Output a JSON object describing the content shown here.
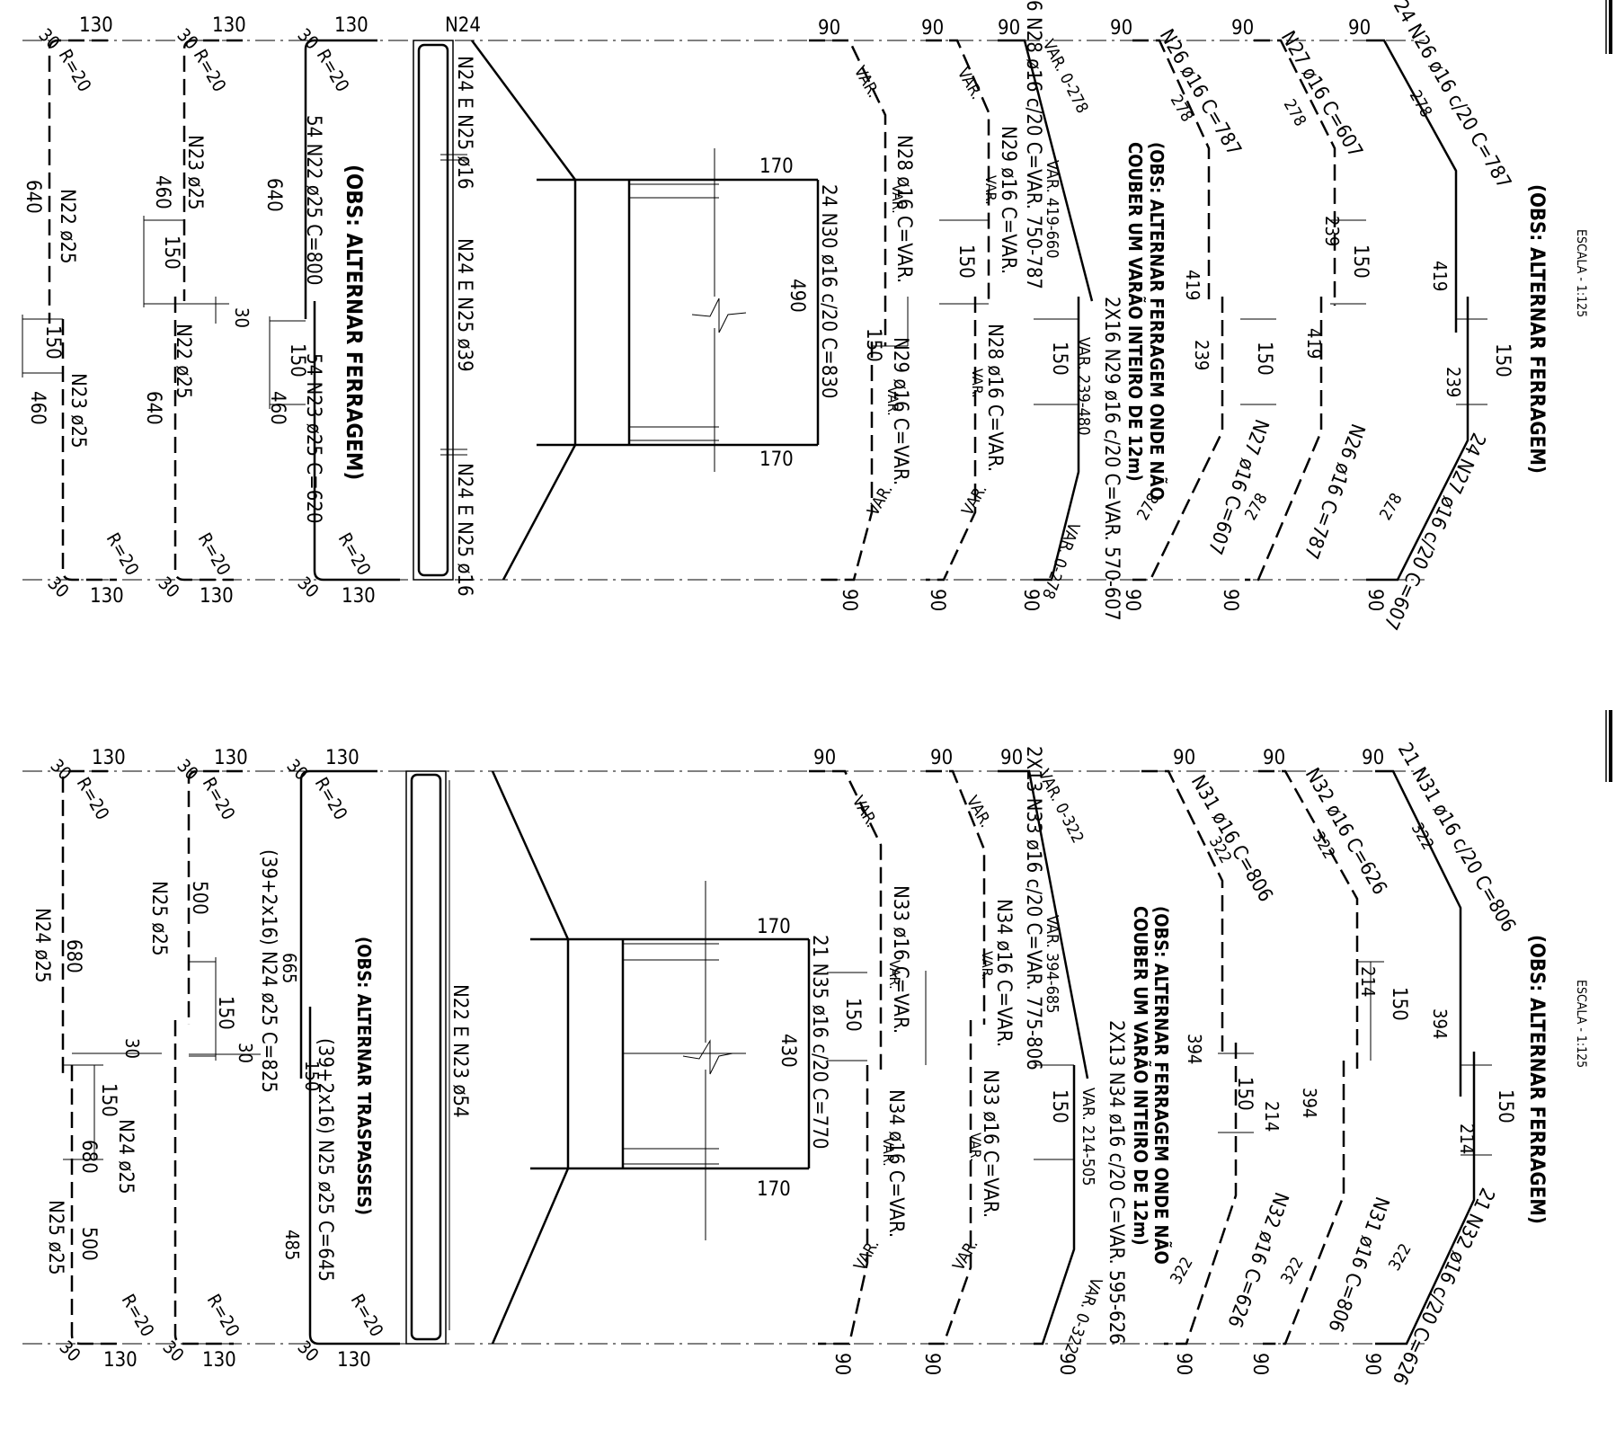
{
  "scale_label": "ESCALA - 1:125",
  "notes": {
    "alternar_ferragem": "(OBS: ALTERNAR FERRAGEM)",
    "alternar_traspasses": "(OBS: ALTERNAR TRASPASSES)",
    "onde_nao_line1": "(OBS: ALTERNAR FERRAGEM ONDE NÃO",
    "onde_nao_line2": "COUBER UM VARÃO INTEIRO DE 12m)"
  },
  "common": {
    "d90": "90",
    "d130": "130",
    "d30": "30",
    "d150": "150",
    "d170": "170",
    "r20": "R=20",
    "var": "VAR."
  },
  "section_top": {
    "labels": {
      "n22_label": "N22 ø25",
      "n23_label": "N23 ø25",
      "d640": "640",
      "d460": "460",
      "n22_main": "54 N22 ø25 C=800",
      "n23_main": "54 N23 ø25 C=620",
      "n24_top": "N24 E N25  ø16",
      "n24_mid": "N24 E N25 ø39",
      "n24_bot": "N24 E N25 ø16",
      "n24_corner": "N24",
      "n30": "24 N30 ø16 c/20 C=830",
      "d490": "490",
      "n28_a": "N28 ø16 C=VAR.",
      "n29_a": "N29 ø16 C=VAR.",
      "n29_b": "N29 ø16 C=VAR.",
      "n28_b": "N28 ø16 C=VAR.",
      "n28_main": "6 N28 ø16 c/20 C=VAR. 750-787",
      "var_419_660": "VAR. 419-660",
      "var_0_278": "VAR. 0-278",
      "n29_main": "2X16 N29 ø16 c/20 C=VAR. 570-607",
      "var_239_480": "VAR. 239-480",
      "var_0_278b": "VAR. 0-278",
      "n26_short": "N26 ø16 C=787",
      "n27_short": "N27 ø16 C=607",
      "n27_short_b": "N27 ø16 C=607",
      "n26_short_b": "N26 ø16 C=787",
      "d278": "278",
      "d419": "419",
      "d239": "239",
      "n26_main": "24 N26 ø16 c/20 C=787",
      "n27_main": "24 N27 ø16 c/20 C=607"
    }
  },
  "section_bottom": {
    "labels": {
      "n24_label": "N24 ø25",
      "n25_label": "N25 ø25",
      "d680": "680",
      "d500": "500",
      "n24_main": "(39+2x16) N24 ø25 C=825",
      "d665": "665",
      "n25_main": "(39+2x16) N25 ø25 C=645",
      "d485": "485",
      "n22_n23": "N22 E N23 ø54",
      "n35": "21 N35 ø16 c/20 C=770",
      "d430": "430",
      "n33_a": "N33 ø16 C=VAR.",
      "n34_a": "N34 ø16 C=VAR.",
      "n34_b": "N34 ø16 C=VAR.",
      "n33_b": "N33 ø16 C=VAR.",
      "n33_main": "2X13 N33 ø16 c/20 C=VAR. 775-806",
      "var_394_685": "VAR. 394-685",
      "var_0_322": "VAR. 0-322",
      "n34_main": "2X13 N34 ø16 c/20 C=VAR. 595-626",
      "var_214_505": "VAR. 214-505",
      "var_0_322b": "VAR. 0-322",
      "n31_short": "N31 ø16 C=806",
      "n32_short": "N32 ø16 C=626",
      "n32_short_b": "N32 ø16 C=626",
      "n31_short_b": "N31 ø16 C=806",
      "d322": "322",
      "d394": "394",
      "d214": "214",
      "n31_main": "21 N31 ø16 c/20 C=806",
      "n32_main": "21 N32 ø16 c/20 C=626"
    }
  }
}
